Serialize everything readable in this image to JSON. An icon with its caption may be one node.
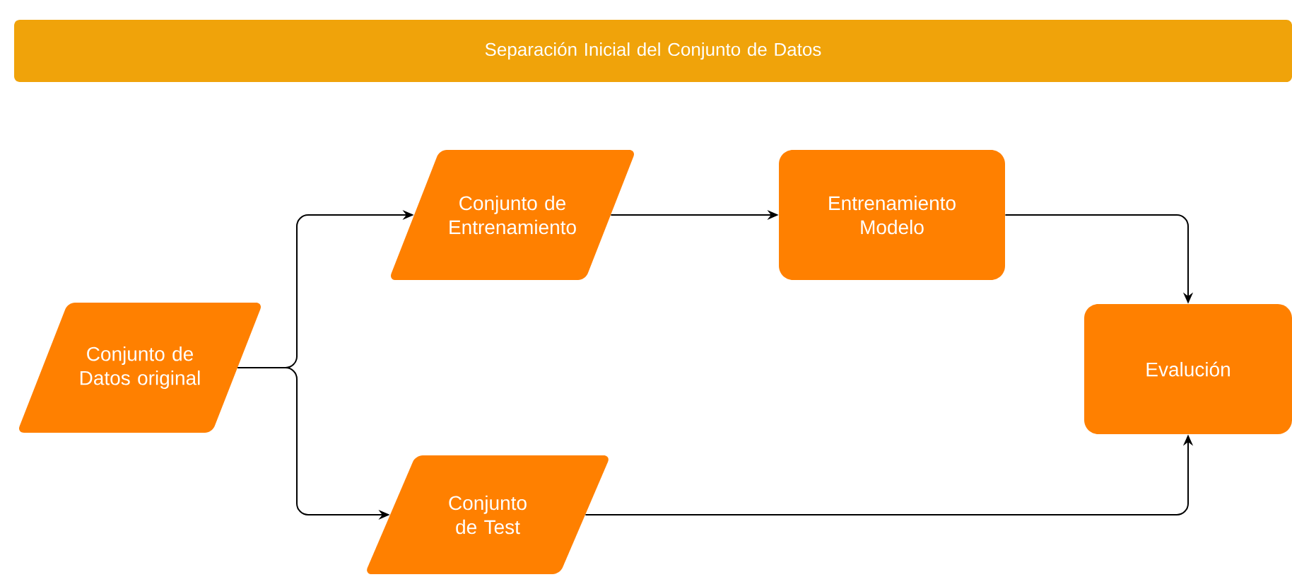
{
  "diagram": {
    "nodes": [
      {
        "text": [
          "Separación Inicial del Conjunto de Datos"
        ]
      },
      {
        "text": [
          "Conjunto de Datos original"
        ]
      },
      {
        "text": [
          "Conjunto de Entrenamiento"
        ]
      },
      {
        "text": [
          "Entrenamiento Modelo"
        ]
      },
      {
        "text": [
          "Conjunto de Test"
        ]
      },
      {
        "text": [
          "Evalución"
        ]
      }
    ],
    "edges": [
      {
        "from": 1,
        "to": 2,
        "arrow": "to"
      },
      {
        "from": 1,
        "to": 4,
        "arrow": "to"
      },
      {
        "from": 2,
        "to": 3,
        "arrow": "to"
      },
      {
        "from": 3,
        "to": 5,
        "arrow": "to"
      },
      {
        "from": 4,
        "to": 5,
        "arrow": "to"
      }
    ]
  }
}
